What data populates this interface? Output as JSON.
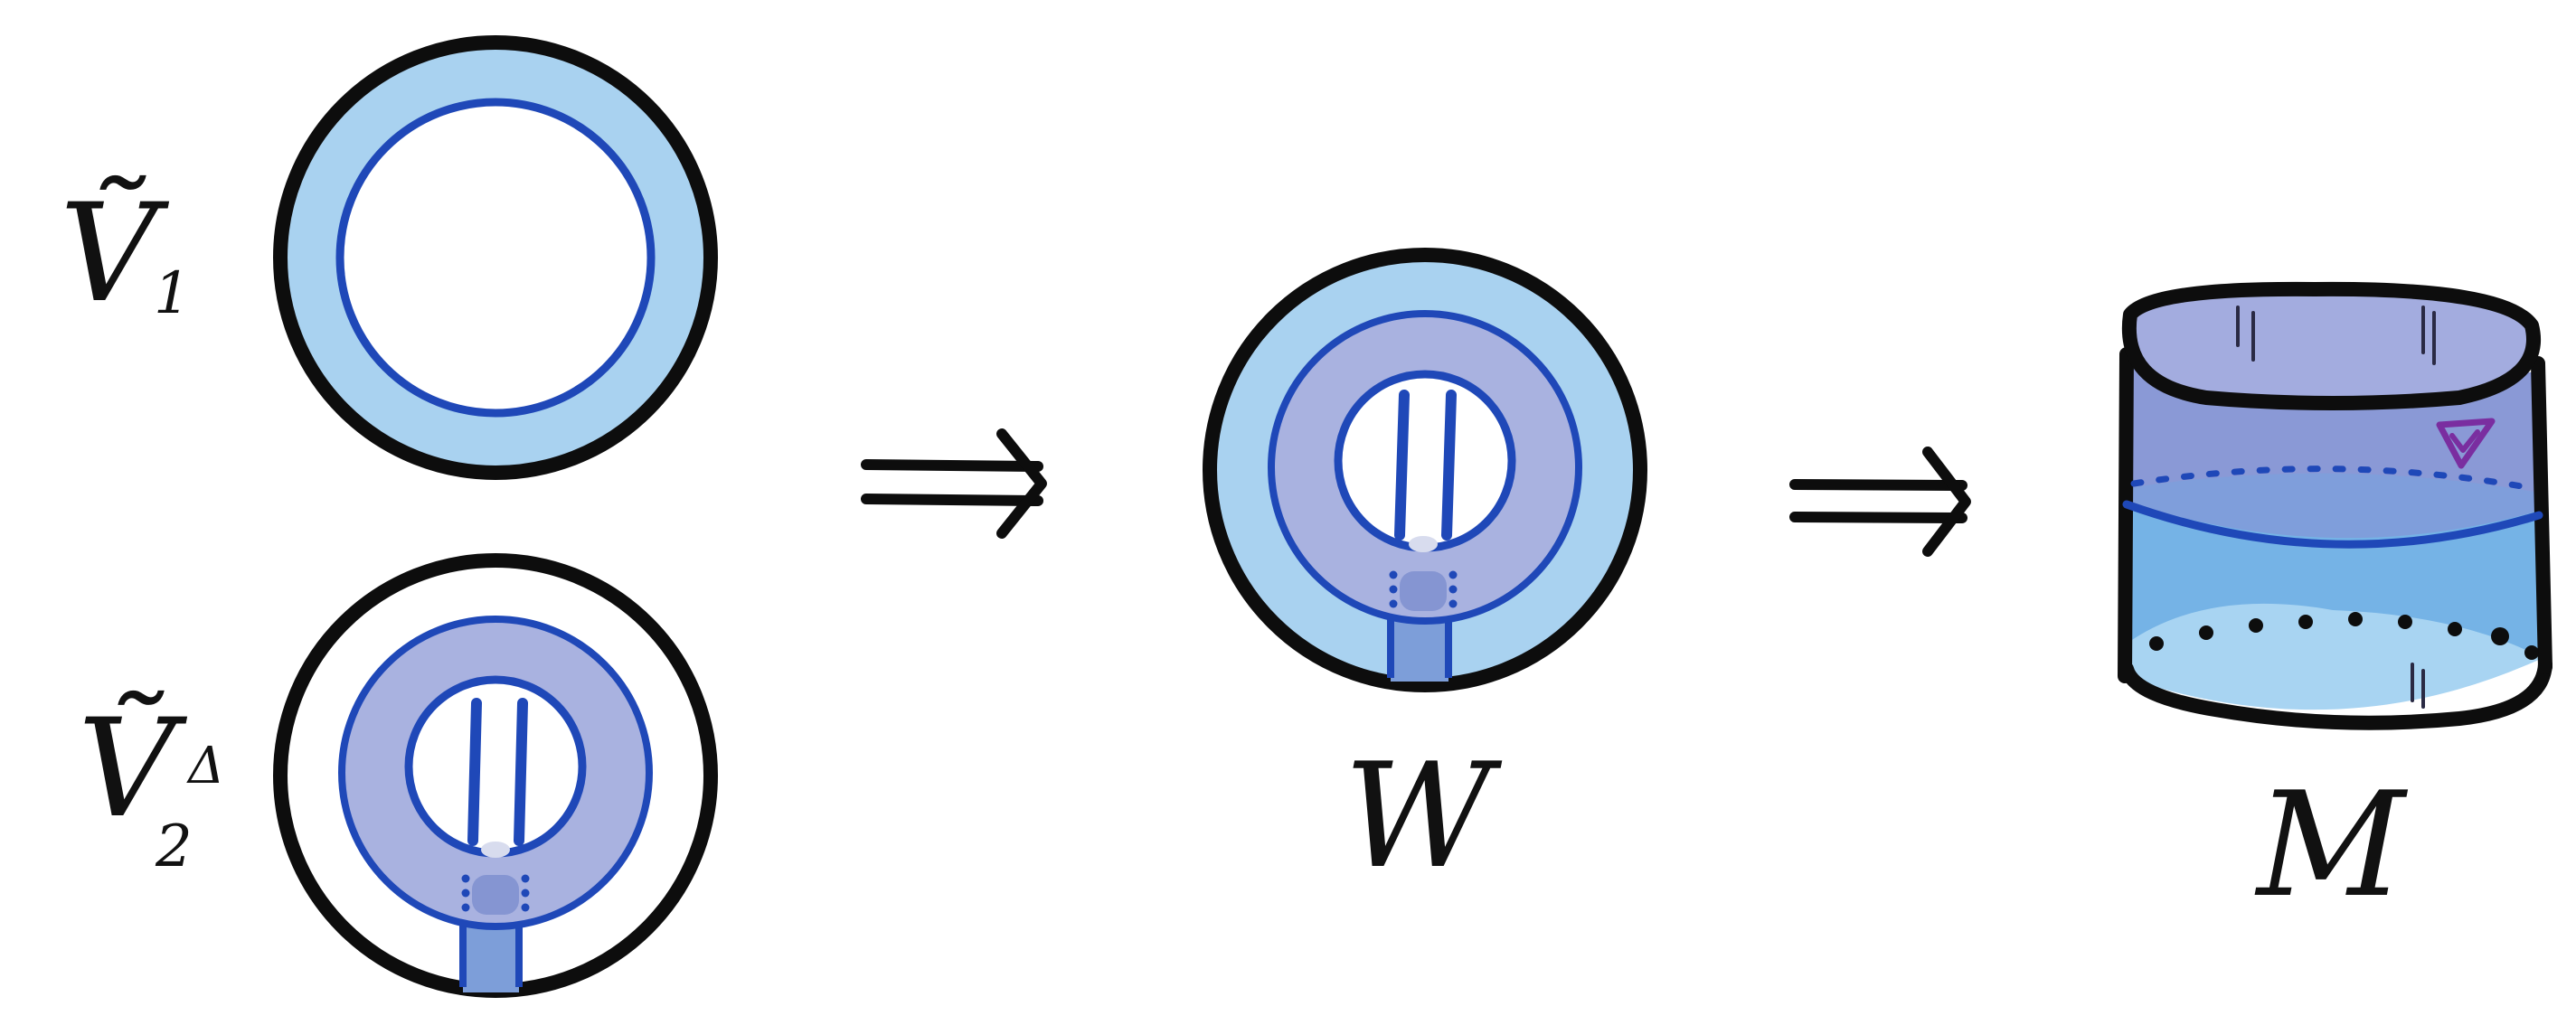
{
  "labels": {
    "v1": "Ṽ",
    "v1_sub": "1",
    "v2": "Ṽ",
    "v2_sub": "2",
    "v2_sup": "Δ",
    "w": "W",
    "m": "M"
  },
  "arrows": [
    "⟹",
    "⟹"
  ],
  "colors": {
    "outline": "#0d0d0d",
    "light_blue": "#a9d2f0",
    "lavender": "#a9b2e0",
    "dark_blue": "#1f48b8",
    "mid_blue": "#7d9ed9",
    "cyl_top": "#a3acdf",
    "cyl_upper": "#8a99d6",
    "cyl_band": "#7f9edb",
    "cyl_lower": "#75b3e6",
    "cyl_bottom": "#a8d4f2",
    "purple": "#7a2ea0"
  }
}
